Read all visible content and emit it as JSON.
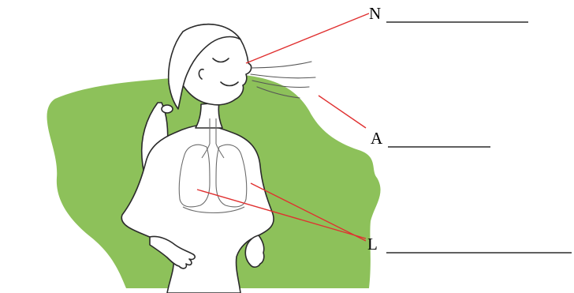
{
  "diagram": {
    "labels": {
      "nose": "N",
      "air": "A",
      "lungs": "L"
    },
    "colors": {
      "background_blob": "#8dc15a",
      "leader_lines": "#e03030",
      "answer_lines": "#000000",
      "outline": "#2b2b2b"
    }
  }
}
